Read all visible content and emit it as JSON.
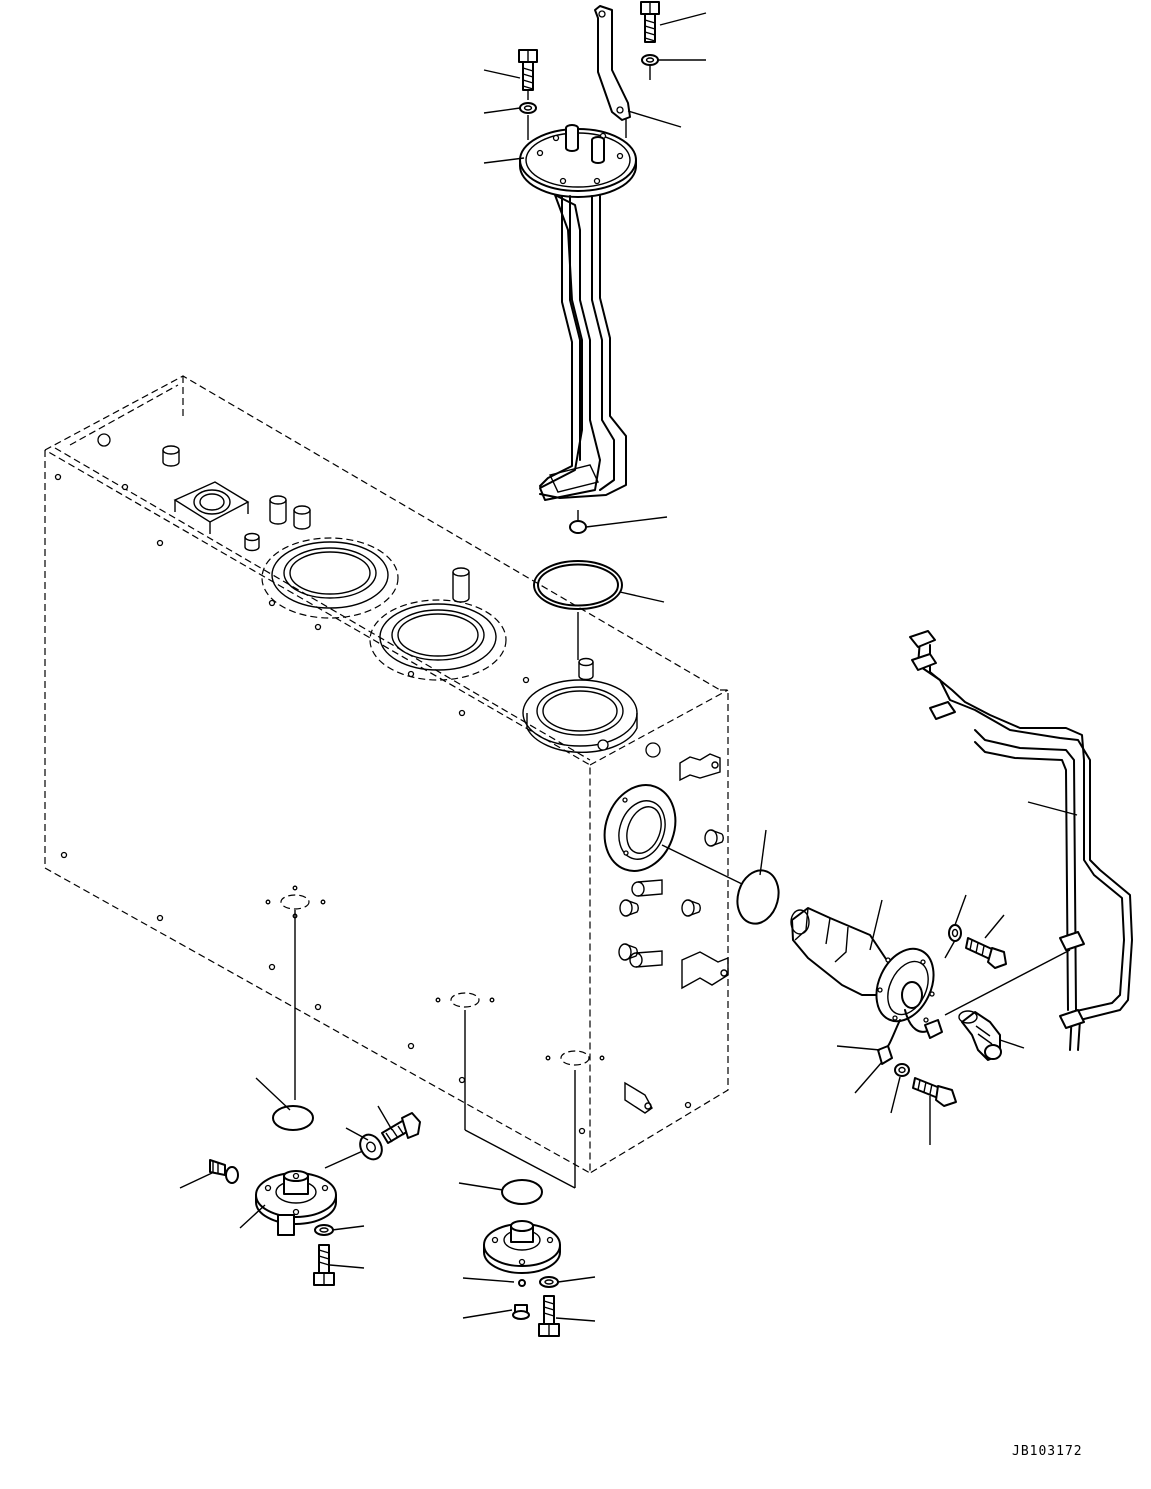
{
  "drawing": {
    "code": "JB103172"
  },
  "parts": [
    {
      "name": "bolt-top-bracket",
      "icon": "bolt-icon"
    },
    {
      "name": "washer-top-bracket",
      "icon": "washer-icon"
    },
    {
      "name": "bracket",
      "icon": "bracket-icon"
    },
    {
      "name": "bolt-gauge-flange",
      "icon": "bolt-icon"
    },
    {
      "name": "washer-gauge-flange",
      "icon": "washer-icon"
    },
    {
      "name": "level-gauge-flange",
      "icon": "flange-icon"
    },
    {
      "name": "float-pad",
      "icon": "pad-icon"
    },
    {
      "name": "o-ring-gauge",
      "icon": "o-ring-icon"
    },
    {
      "name": "o-ring-side",
      "icon": "o-ring-icon"
    },
    {
      "name": "sender-unit",
      "icon": "sender-icon"
    },
    {
      "name": "washer-sender",
      "icon": "washer-icon"
    },
    {
      "name": "bolt-sender",
      "icon": "bolt-icon"
    },
    {
      "name": "elbow-fitting",
      "icon": "elbow-icon"
    },
    {
      "name": "wiring-harness",
      "icon": "harness-icon"
    },
    {
      "name": "clamp-sender",
      "icon": "clamp-icon"
    },
    {
      "name": "washer-sender-lower",
      "icon": "washer-icon"
    },
    {
      "name": "bolt-sender-lower",
      "icon": "bolt-icon"
    },
    {
      "name": "drain-gasket-left",
      "icon": "gasket-icon"
    },
    {
      "name": "drain-washer-left",
      "icon": "washer-icon"
    },
    {
      "name": "drain-bolt-left",
      "icon": "bolt-icon"
    },
    {
      "name": "drain-plug-left",
      "icon": "plug-icon"
    },
    {
      "name": "drain-flange-left",
      "icon": "flange-icon"
    },
    {
      "name": "washer-flange-left",
      "icon": "washer-icon"
    },
    {
      "name": "bolt-flange-left",
      "icon": "bolt-icon"
    },
    {
      "name": "drain-gasket-right",
      "icon": "gasket-icon"
    },
    {
      "name": "o-ring-drain-right",
      "icon": "o-ring-icon"
    },
    {
      "name": "washer-flange-right",
      "icon": "washer-icon"
    },
    {
      "name": "plug-drain-right",
      "icon": "plug-icon"
    },
    {
      "name": "bolt-flange-right",
      "icon": "bolt-icon"
    }
  ]
}
